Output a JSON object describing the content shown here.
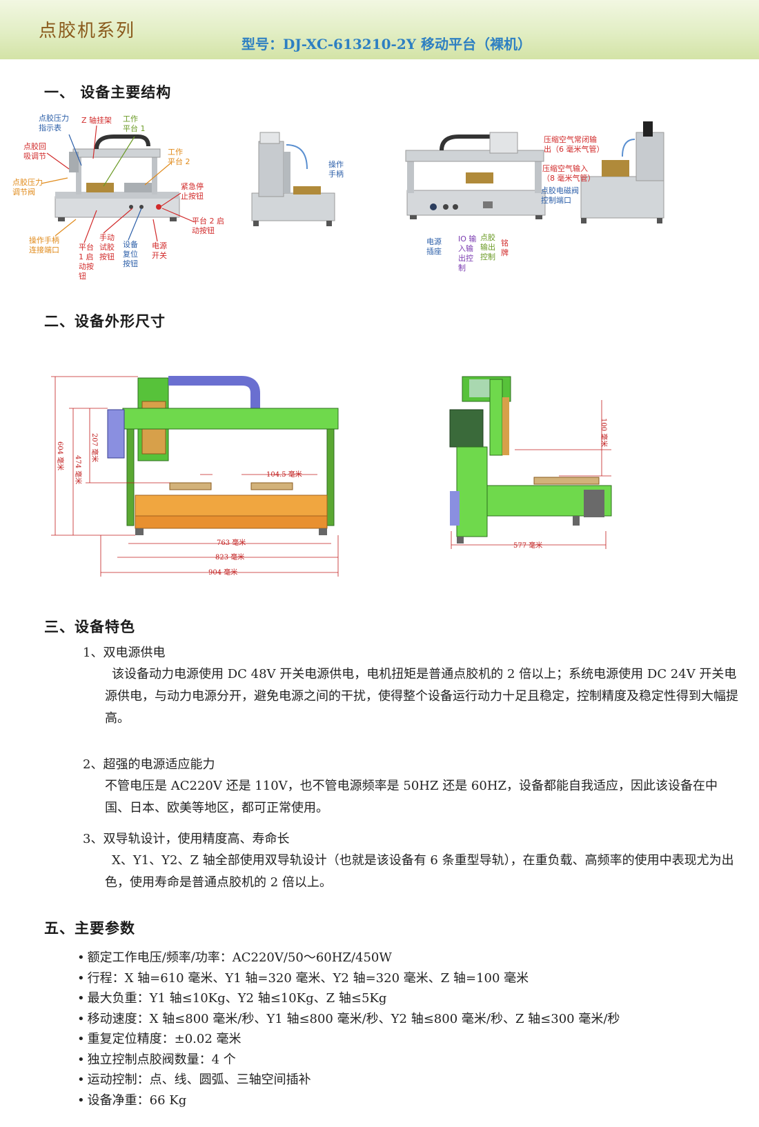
{
  "header": {
    "series": "点胶机系列",
    "model": "型号：DJ-XC-613210-2Y 移动平台（裸机）"
  },
  "sections": {
    "structure": "一、 设备主要结构",
    "dimensions": "二、设备外形尺寸",
    "features": "三、设备特色",
    "params": "五、主要参数"
  },
  "structure_callouts": {
    "photo1": [
      {
        "label": "点胶压力\n指示表",
        "color": "#2b5ea8"
      },
      {
        "label": "Z 轴挂架",
        "color": "#d12a2a"
      },
      {
        "label": "工作\n平台 1",
        "color": "#6a9a24"
      },
      {
        "label": "点胶回\n吸调节",
        "color": "#d12a2a"
      },
      {
        "label": "工作\n平台 2",
        "color": "#e08a1a"
      },
      {
        "label": "点胶压力\n调节阀",
        "color": "#e08a1a"
      },
      {
        "label": "紧急停\n止按钮",
        "color": "#d12a2a"
      },
      {
        "label": "平台 2 启\n动按钮",
        "color": "#d12a2a"
      },
      {
        "label": "操作手柄\n连接端口",
        "color": "#e08a1a"
      },
      {
        "label": "平台\n1 启\n动按\n钮",
        "color": "#d12a2a"
      },
      {
        "label": "手动\n试胶\n按钮",
        "color": "#d12a2a"
      },
      {
        "label": "设备\n复位\n按钮",
        "color": "#2b5ea8"
      },
      {
        "label": "电源\n开关",
        "color": "#d12a2a"
      }
    ],
    "photo2": [
      {
        "label": "操作\n手柄",
        "color": "#2b5ea8"
      }
    ],
    "photo3": [
      {
        "label": "压缩空气常闭输\n出（6 毫米气管）",
        "color": "#d12a2a"
      },
      {
        "label": "压缩空气输入\n（8 毫米气管）",
        "color": "#d12a2a"
      },
      {
        "label": "点胶电磁阀\n控制端口",
        "color": "#2b5ea8"
      },
      {
        "label": "电源\n插座",
        "color": "#2b5ea8"
      },
      {
        "label": "IO 输\n入输\n出控\n制",
        "color": "#7a3bb0"
      },
      {
        "label": "点胶\n输出\n控制",
        "color": "#6a9a24"
      },
      {
        "label": "铭\n牌",
        "color": "#d12a2a"
      }
    ]
  },
  "dims_front": {
    "height_total": "604 毫米",
    "height_474": "474 毫米",
    "height_207": "207 毫米",
    "span_104": "104.5 毫米",
    "width_763": "763 毫米",
    "width_823": "823 毫米",
    "width_904": "904 毫米"
  },
  "dims_side": {
    "z_100": "100 毫米",
    "depth_577": "577 毫米"
  },
  "features": [
    {
      "title": "1、双电源供电",
      "body": "该设备动力电源使用 DC 48V 开关电源供电，电机扭矩是普通点胶机的 2 倍以上；系统电源使用 DC 24V 开关电源供电，与动力电源分开，避免电源之间的干扰，使得整个设备运行动力十足且稳定，控制精度及稳定性得到大幅提高。"
    },
    {
      "title": "2、超强的电源适应能力",
      "body": "不管电压是 AC220V 还是 110V，也不管电源频率是 50HZ 还是 60HZ，设备都能自我适应，因此该设备在中国、日本、欧美等地区，都可正常使用。"
    },
    {
      "title": "3、双导轨设计，使用精度高、寿命长",
      "body": "X、Y1、Y2、Z 轴全部使用双导轨设计（也就是该设备有 6 条重型导轨），在重负载、高频率的使用中表现尤为出色，使用寿命是普通点胶机的 2 倍以上。"
    }
  ],
  "params": [
    "额定工作电压/频率/功率：AC220V/50～60HZ/450W",
    "行程：X 轴=610 毫米、Y1 轴=320 毫米、Y2 轴=320 毫米、Z 轴=100 毫米",
    "最大负重：Y1 轴≤10Kg、Y2 轴≤10Kg、Z 轴≤5Kg",
    "移动速度：X 轴≤800 毫米/秒、Y1 轴≤800 毫米/秒、Y2 轴≤800 毫米/秒、Z 轴≤300 毫米/秒",
    "重复定位精度：±0.02 毫米",
    "独立控制点胶阀数量：4 个",
    "运动控制：点、线、圆弧、三轴空间插补",
    "设备净重：66 Kg"
  ]
}
